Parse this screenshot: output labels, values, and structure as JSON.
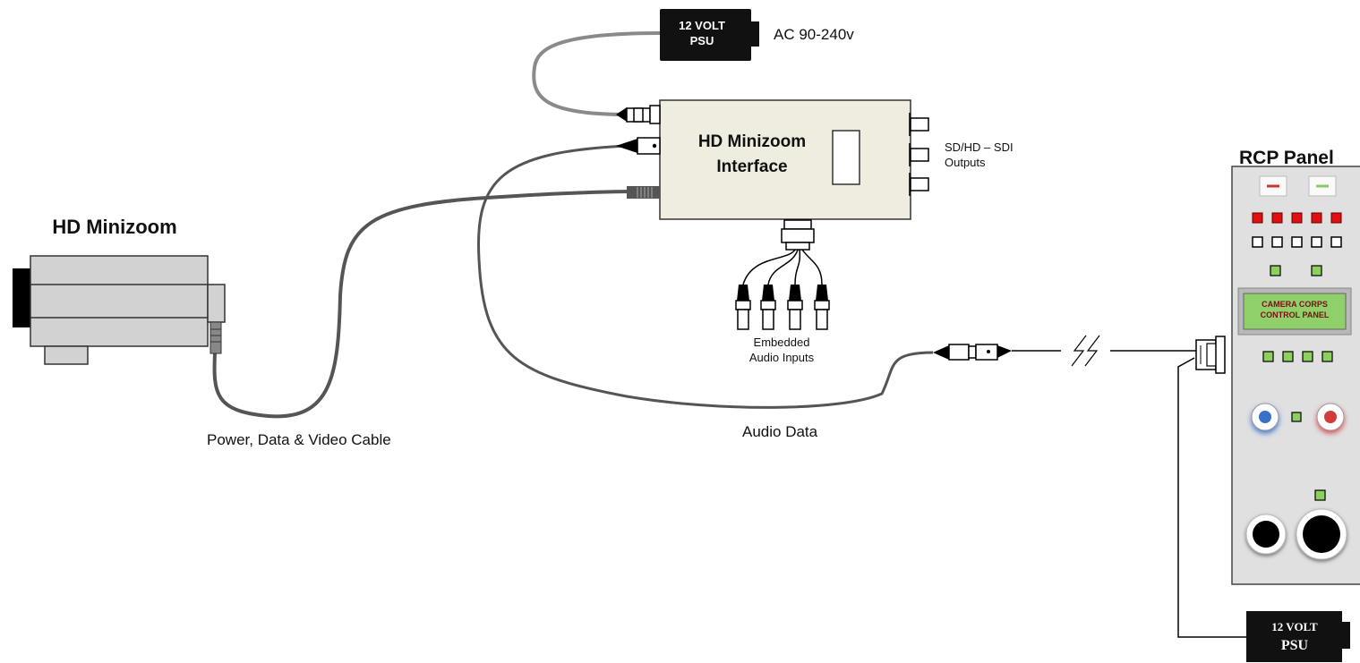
{
  "camera": {
    "title": "HD Minizoom"
  },
  "interface": {
    "title_line1": "HD Minizoom",
    "title_line2": "Interface"
  },
  "psu_top": {
    "line1": "12 VOLT",
    "line2": "PSU",
    "ac_label": "AC 90-240v"
  },
  "outputs": {
    "line1": "SD/HD – SDI",
    "line2": "Outputs"
  },
  "audio_inputs": {
    "line1": "Embedded",
    "line2": "Audio Inputs"
  },
  "cables": {
    "camera_cable": "Power, Data & Video Cable",
    "audio_data": "Audio Data"
  },
  "rcp": {
    "title": "RCP Panel",
    "lcd_line1": "CAMERA CORPS",
    "lcd_line2": "CONTROL PANEL"
  },
  "psu_bottom": {
    "line1": "12 VOLT",
    "line2": "PSU"
  },
  "colors": {
    "interface_fill": "#efece0",
    "camera_fill": "#d2d2d2",
    "panel_fill": "#e0e0e0",
    "lcd_fill": "#8fd06a",
    "led_red": "#e01010",
    "led_green": "#8cd062",
    "cable_dark": "#555555",
    "cable_light": "#8a8a8a"
  }
}
